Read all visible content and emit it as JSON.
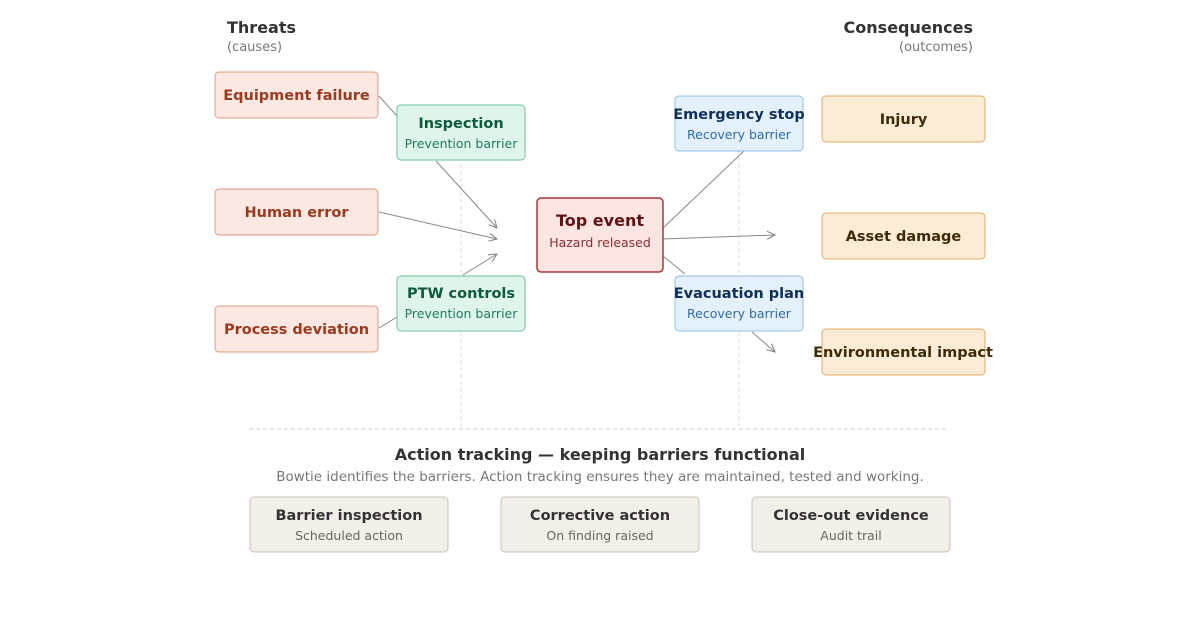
{
  "colors": {
    "threat_fill": "#fce8e2",
    "threat_stroke": "#e09a84",
    "threat_text": "#9a3a1e",
    "prevention_fill": "#dff5ec",
    "prevention_stroke": "#6cc29c",
    "prevention_title": "#0d5a3e",
    "prevention_sub": "#1f7a5a",
    "top_fill": "#fbe5e2",
    "top_stroke": "#a53838",
    "top_title": "#5e1414",
    "top_sub": "#8a2e2e",
    "recovery_fill": "#e4f1fc",
    "recovery_stroke": "#8ebde6",
    "recovery_title": "#0f2f5a",
    "recovery_sub": "#2f6ba8",
    "consequence_fill": "#fbecd6",
    "consequence_stroke": "#e0aa63",
    "consequence_text": "#3f2a0a",
    "action_fill": "#f2eee8",
    "action_stroke": "#c9c3bb",
    "action_title": "#333333",
    "action_sub": "#666666",
    "arrow": "#888888",
    "divider": "#cccccc"
  },
  "headers": {
    "threats": {
      "title": "Threats",
      "subtitle": "(causes)"
    },
    "consequences": {
      "title": "Consequences",
      "subtitle": "(outcomes)"
    }
  },
  "threats": [
    {
      "label": "Equipment failure"
    },
    {
      "label": "Human error"
    },
    {
      "label": "Process deviation"
    }
  ],
  "prevention_barriers": [
    {
      "label": "Inspection",
      "type": "Prevention barrier"
    },
    {
      "label": "PTW controls",
      "type": "Prevention barrier"
    }
  ],
  "top_event": {
    "label": "Top event",
    "detail": "Hazard released"
  },
  "recovery_barriers": [
    {
      "label": "Emergency stop",
      "type": "Recovery barrier"
    },
    {
      "label": "Evacuation plan",
      "type": "Recovery barrier"
    }
  ],
  "consequences": [
    {
      "label": "Injury"
    },
    {
      "label": "Asset damage"
    },
    {
      "label": "Environmental impact"
    }
  ],
  "action_tracking": {
    "title": "Action tracking — keeping barriers functional",
    "subtitle": "Bowtie identifies the barriers. Action tracking ensures they are maintained, tested and working.",
    "items": [
      {
        "label": "Barrier inspection",
        "detail": "Scheduled action"
      },
      {
        "label": "Corrective action",
        "detail": "On finding raised"
      },
      {
        "label": "Close-out evidence",
        "detail": "Audit trail"
      }
    ]
  }
}
